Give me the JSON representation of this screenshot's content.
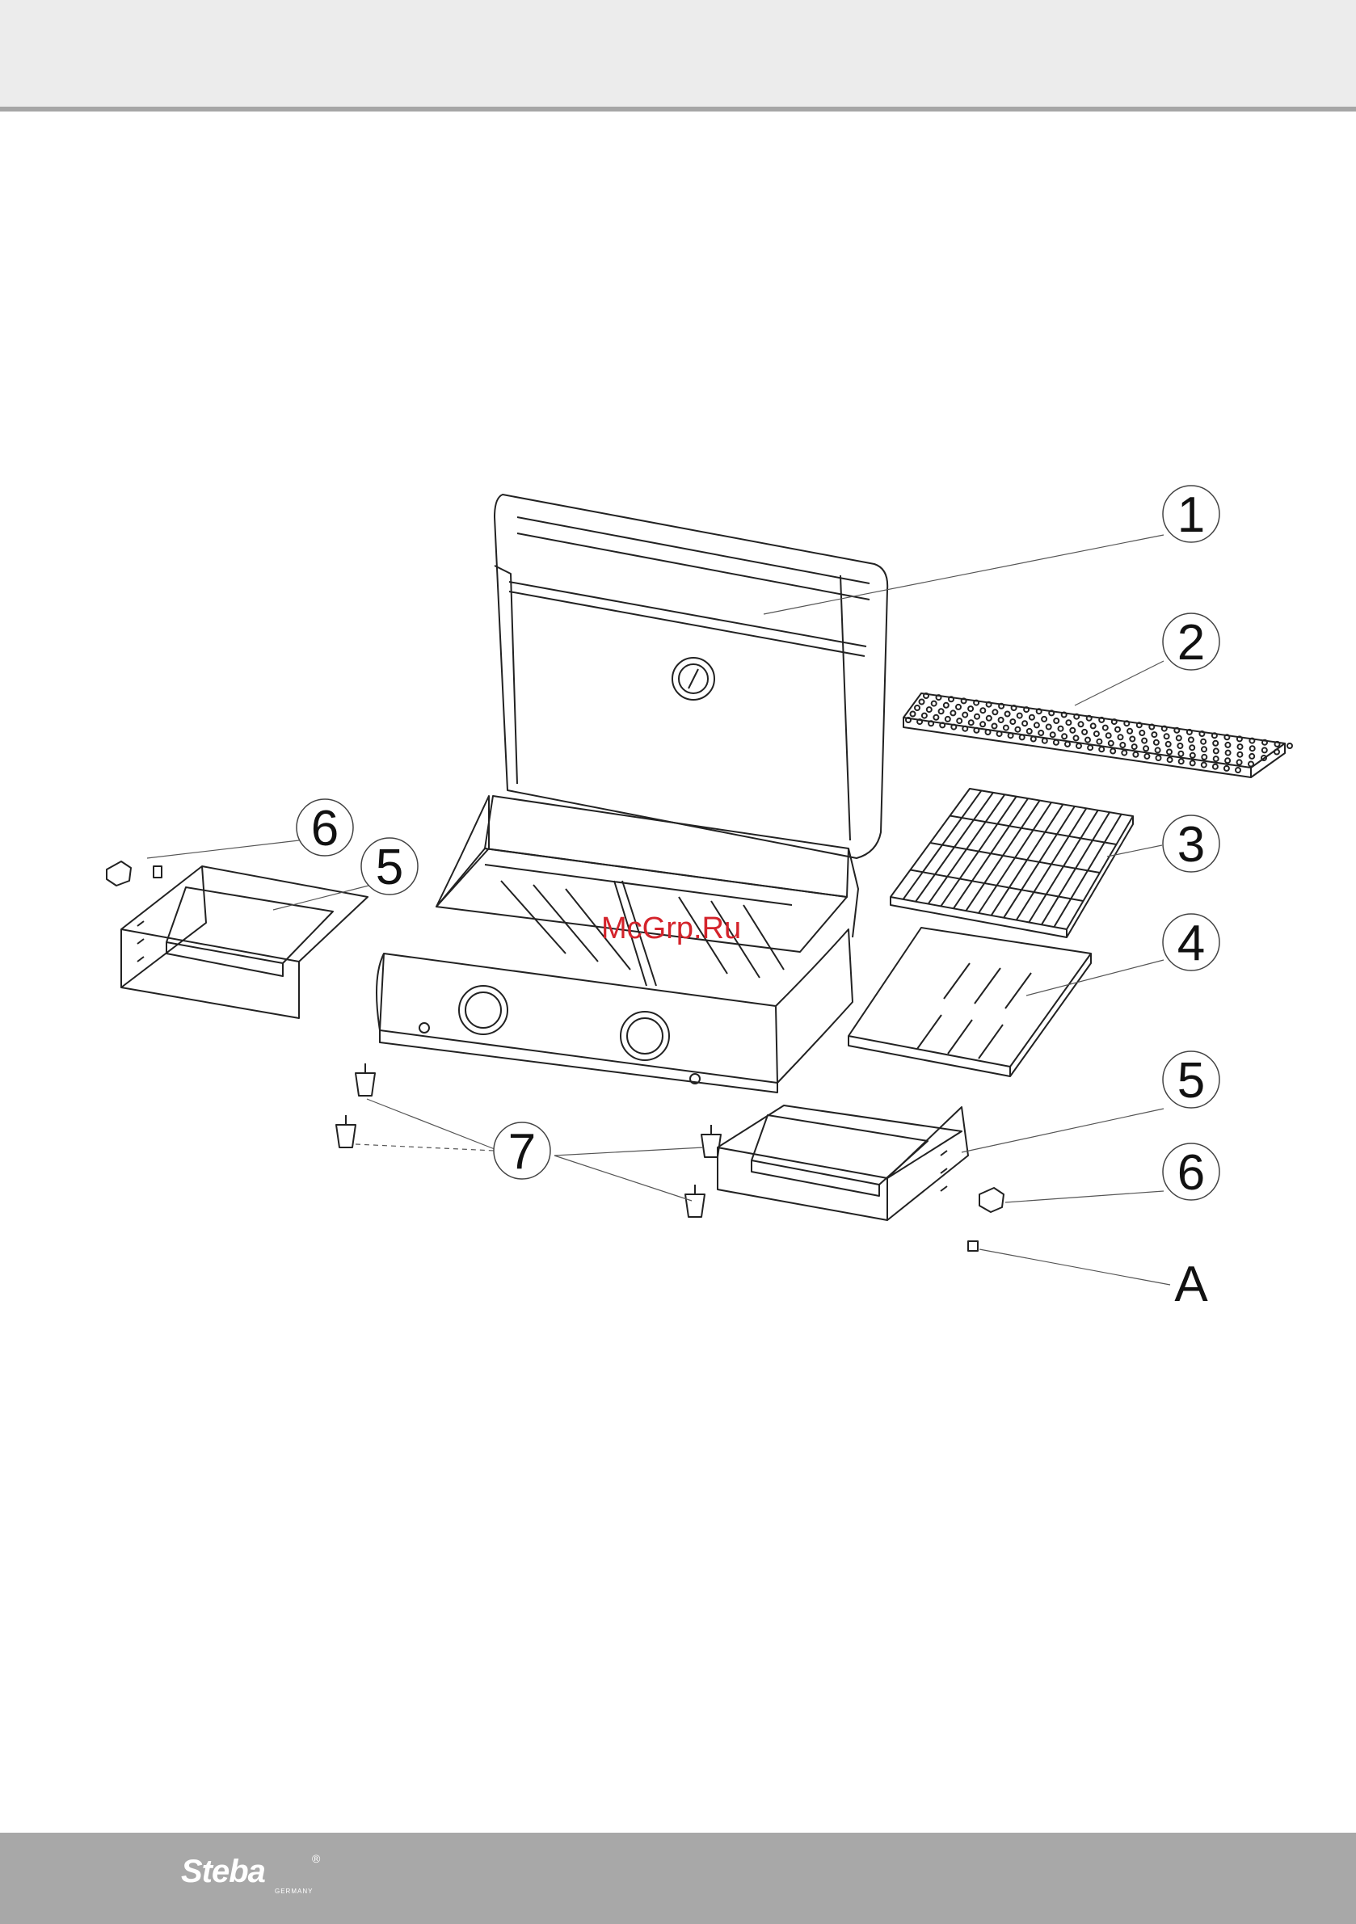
{
  "brand": {
    "name": "Steba",
    "tagline": "GERMANY",
    "registered": "®"
  },
  "watermark": "McGrp.Ru",
  "callouts": [
    {
      "id": "c1",
      "label": "1"
    },
    {
      "id": "c2",
      "label": "2"
    },
    {
      "id": "c3",
      "label": "3"
    },
    {
      "id": "c4",
      "label": "4"
    },
    {
      "id": "c5a",
      "label": "5"
    },
    {
      "id": "c5b",
      "label": "5"
    },
    {
      "id": "c6a",
      "label": "6"
    },
    {
      "id": "c6b",
      "label": "6"
    },
    {
      "id": "c7",
      "label": "7"
    },
    {
      "id": "cA",
      "label": "A"
    }
  ],
  "parts": [
    {
      "id": "lid",
      "name": "grill-lid"
    },
    {
      "id": "warming-rack",
      "name": "perforated-warming-rack"
    },
    {
      "id": "grate",
      "name": "cooking-grate"
    },
    {
      "id": "drip-tray",
      "name": "slotted-drip-tray"
    },
    {
      "id": "side-shelf",
      "name": "side-shelf-with-tray"
    },
    {
      "id": "knob",
      "name": "mounting-knob"
    },
    {
      "id": "foot",
      "name": "rubber-foot"
    },
    {
      "id": "screw",
      "name": "screw"
    }
  ]
}
